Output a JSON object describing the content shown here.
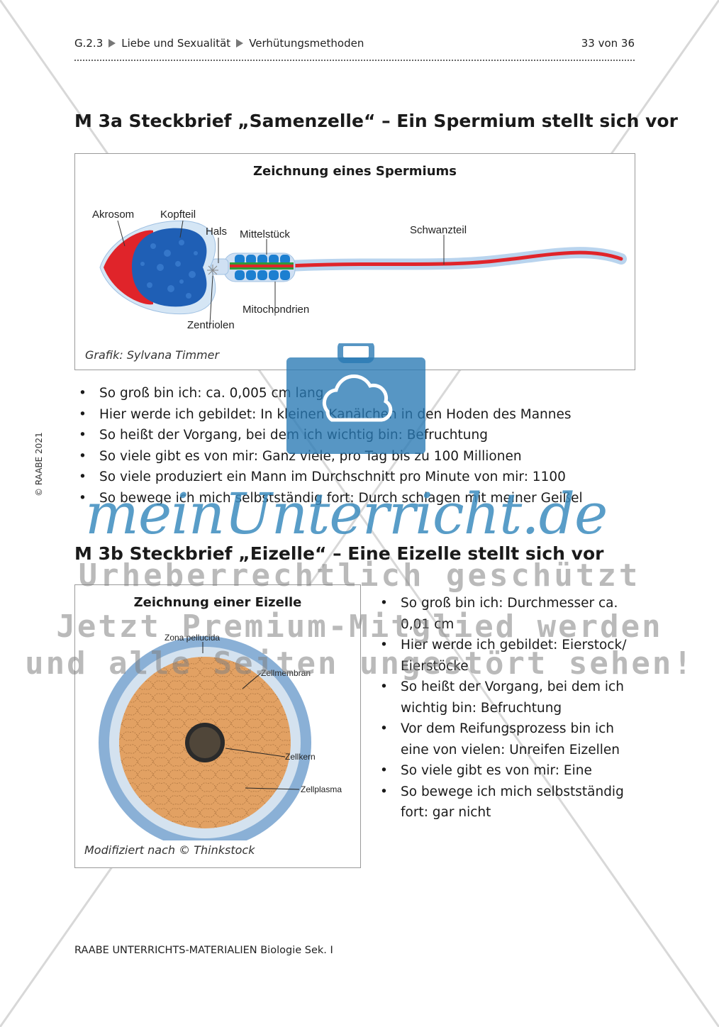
{
  "header": {
    "crumb1": "G.2.3",
    "crumb2": "Liebe und Sexualität",
    "crumb3": "Verhütungsmethoden",
    "pages": "33 von 36"
  },
  "sectionA": {
    "title": "M 3a Steckbrief „Samenzelle“ – Ein Spermium stellt sich vor",
    "caption": "Zeichnung eines Spermiums",
    "labels": {
      "akrosom": "Akrosom",
      "kopfteil": "Kopfteil",
      "hals": "Hals",
      "mittelstueck": "Mittelstück",
      "schwanzteil": "Schwanzteil",
      "mitochondrien": "Mitochondrien",
      "zentriolen": "Zentriolen"
    },
    "credit": "Grafik: Sylvana Timmer",
    "bullets": [
      "So groß bin ich: ca. 0,005 cm lang",
      "Hier werde ich gebildet: In kleinen Kanälchen in den Hoden des Mannes",
      "So heißt der Vorgang, bei dem ich wichtig bin: Befruchtung",
      "So viele gibt es von mir: Ganz viele, pro Tag bis zu 100 Millionen",
      "So viele produziert ein Mann im Durchschnitt pro Minute von mir: 1100",
      "So bewege ich mich selbstständig fort: Durch schlagen mit meiner Geißel"
    ]
  },
  "sectionB": {
    "title": "M 3b Steckbrief „Eizelle“ – Eine Eizelle stellt sich vor",
    "caption": "Zeichnung einer Eizelle",
    "labels": {
      "zona": "Zona pellucida",
      "membran": "Zellmembran",
      "kern": "Zellkern",
      "plasma": "Zellplasma"
    },
    "credit": "Modifiziert nach © Thinkstock",
    "bullets": [
      "So groß bin ich: Durchmesser ca. 0,01 cm",
      "Hier werde ich gebildet: Eierstock/ Eierstöcke",
      "So heißt der Vorgang, bei dem ich wichtig bin: Befruchtung",
      "Vor dem Reifungsprozess bin ich eine von vielen: Unreifen Eizellen",
      "So viele gibt es von mir: Eine",
      "So bewege ich mich selbstständig fort: gar nicht"
    ]
  },
  "side_copyright": "© RAABE 2021",
  "footer": "RAABE UNTERRICHTS-MATERIALIEN Biologie Sek. I",
  "watermark": {
    "brand": "meinUnterricht.de",
    "line1": "Urheberrechtlich geschützt",
    "line2": "Jetzt Premium-Mitglied werden",
    "line3": "und alle Seiten ungestört sehen!"
  },
  "colors": {
    "cell_blue": "#1f5fb5",
    "acrosome_red": "#e0242a",
    "mitochondria_blue": "#1c7fd0",
    "midpiece_green": "#2f9a3a",
    "egg_orange": "#e2a163",
    "zona_blue": "#8ab0d6",
    "watermark_blue": "#3c8cbe"
  }
}
